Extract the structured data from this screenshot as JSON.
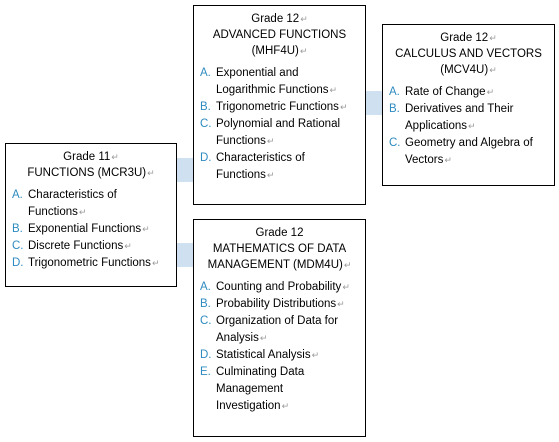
{
  "return_mark": "↵",
  "colors": {
    "connector": "#cfe0f1",
    "letter": "#2e8bc0",
    "border": "#000000"
  },
  "mcr3u": {
    "lines": [
      "Grade 11",
      "FUNCTIONS (MCR3U)"
    ],
    "items": [
      {
        "letter": "A.",
        "text": "Characteristics of Functions"
      },
      {
        "letter": "B.",
        "text": "Exponential Functions"
      },
      {
        "letter": "C.",
        "text": "Discrete Functions"
      },
      {
        "letter": "D.",
        "text": "Trigonometric Functions"
      }
    ]
  },
  "mhf4u": {
    "lines": [
      "Grade 12",
      "ADVANCED FUNCTIONS",
      "(MHF4U)"
    ],
    "items": [
      {
        "letter": "A.",
        "text": "Exponential and Logarithmic Functions"
      },
      {
        "letter": "B.",
        "text": "Trigonometric Functions"
      },
      {
        "letter": "C.",
        "text": "Polynomial and Rational Functions"
      },
      {
        "letter": "D.",
        "text": "Characteristics of Functions"
      }
    ]
  },
  "mcv4u": {
    "lines": [
      "Grade 12",
      "CALCULUS AND VECTORS",
      "(MCV4U)"
    ],
    "items": [
      {
        "letter": "A.",
        "text": "Rate of Change"
      },
      {
        "letter": "B.",
        "text": "Derivatives and Their Applications"
      },
      {
        "letter": "C.",
        "text": "Geometry and Algebra of Vectors"
      }
    ]
  },
  "mdm4u": {
    "lines": [
      "Grade 12",
      "MATHEMATICS OF DATA",
      "MANAGEMENT (MDM4U)"
    ],
    "items": [
      {
        "letter": "A.",
        "text": "Counting and Probability"
      },
      {
        "letter": "B.",
        "text": "Probability Distributions"
      },
      {
        "letter": "C.",
        "text": "Organization of Data for Analysis"
      },
      {
        "letter": "D.",
        "text": "Statistical Analysis"
      },
      {
        "letter": "E.",
        "text": "Culminating Data Management Investigation"
      }
    ]
  }
}
